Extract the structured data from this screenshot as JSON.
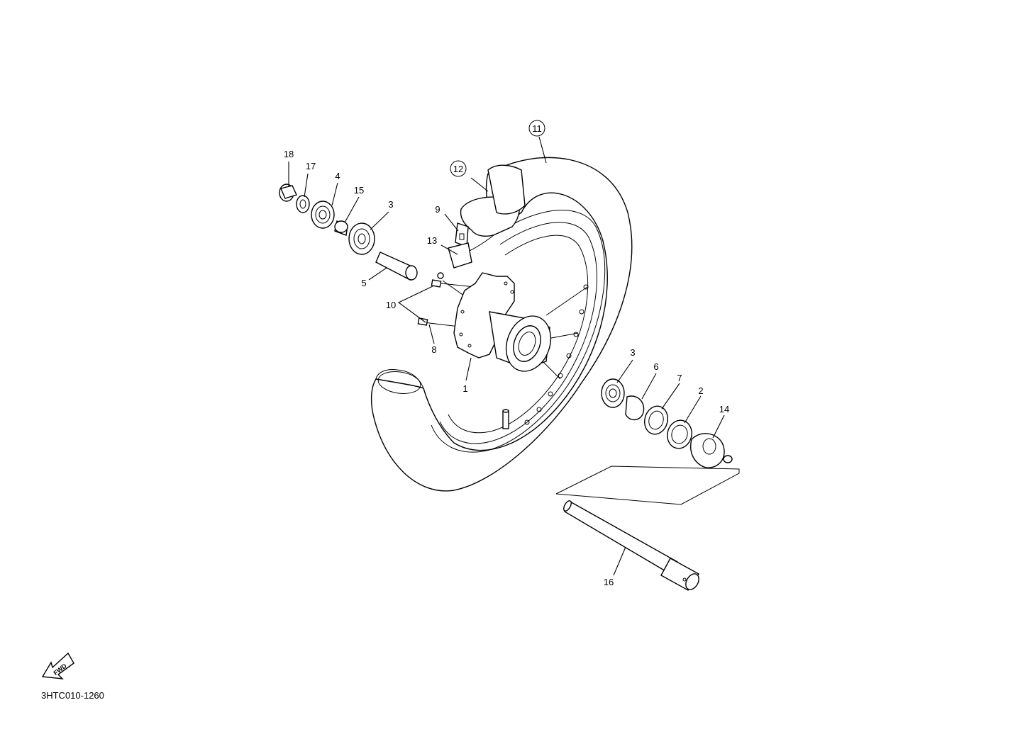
{
  "diagram": {
    "code": "3HTC010-1260",
    "fwd_label": "FWD",
    "callouts": {
      "c1": "1",
      "c2": "2",
      "c3a": "3",
      "c3b": "3",
      "c4": "4",
      "c5": "5",
      "c6": "6",
      "c7": "7",
      "c8": "8",
      "c9": "9",
      "c10": "10",
      "c11": "11",
      "c12": "12",
      "c13": "13",
      "c14": "14",
      "c15": "15",
      "c16": "16",
      "c17": "17",
      "c18": "18"
    }
  }
}
